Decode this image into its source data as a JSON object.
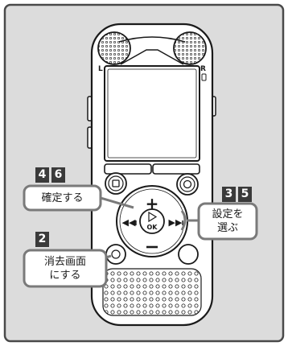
{
  "device": {
    "channel_left": "L",
    "channel_right": "R",
    "ok_label": "OK"
  },
  "steps": {
    "confirm_a": "4",
    "confirm_b": "6",
    "select_a": "3",
    "select_b": "5",
    "erase": "2"
  },
  "callouts": {
    "confirm": "確定する",
    "select_line1": "設定を",
    "select_line2": "選ぶ",
    "erase_line1": "消去画面",
    "erase_line2": "にする"
  },
  "colors": {
    "frame_bg": "#dcdcdc",
    "frame_border": "#4a4a4a",
    "device_body": "#ffffff",
    "device_outline": "#1a1a1a",
    "callout_border": "#7a7a7a",
    "badge_bg": "#3a3a3a"
  }
}
